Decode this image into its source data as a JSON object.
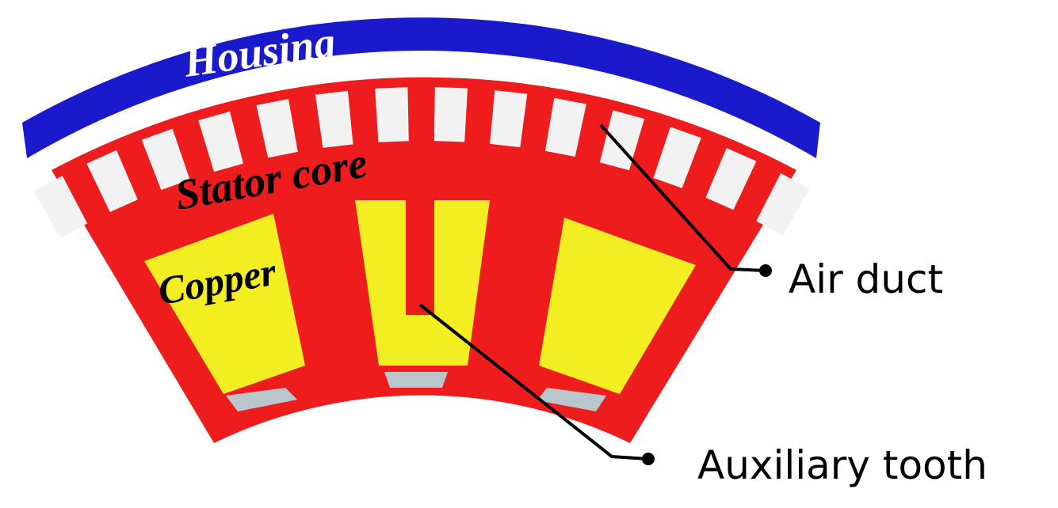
{
  "labels": {
    "housing": "Housing",
    "stator_core": "Stator core",
    "copper": "Copper",
    "air_duct": "Air duct",
    "auxiliary_tooth": "Auxiliary tooth"
  },
  "colors": {
    "housing": "#1a1acc",
    "stator_core": "#ee1c1c",
    "copper": "#f2ee22",
    "air_duct": "#f2f2f2",
    "wedge": "#b9c6cc",
    "leader_line": "#000000",
    "housing_text": "#ffffff",
    "inner_text": "#000000"
  }
}
